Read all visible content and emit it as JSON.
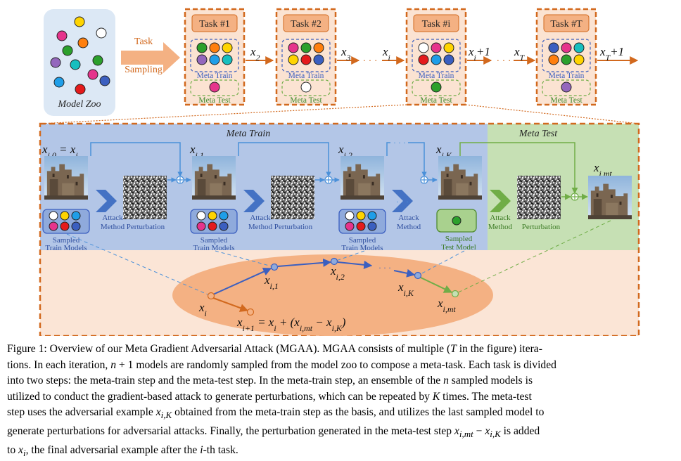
{
  "figure": {
    "model_zoo_label": "Model Zoo",
    "task_sampling": [
      "Task",
      "Sampling"
    ],
    "tasks": [
      {
        "label": "Task #1",
        "in_var": "x",
        "in_sub": "2",
        "train_colors": [
          "#2ca02c",
          "#ff7f0e",
          "#ffd400",
          "#9467bd",
          "#1f9ee8",
          "#17bfbf"
        ],
        "test_colors": [
          "#e6348c"
        ]
      },
      {
        "label": "Task #2",
        "in_var": "x",
        "in_sub": "3",
        "train_colors": [
          "#e6348c",
          "#2ca02c",
          "#ff7f0e",
          "#ffd400",
          "#e41a1c",
          "#3b5fc0"
        ],
        "test_colors": [
          "#ffffff"
        ]
      },
      {
        "label": "Task #i",
        "in_var": "x",
        "in_sub": "i+1",
        "train_colors": [
          "#ffffff",
          "#e6348c",
          "#ffd400",
          "#e41a1c",
          "#1f9ee8",
          "#3b5fc0"
        ],
        "test_colors": [
          "#2ca02c"
        ]
      },
      {
        "label": "Task #T",
        "in_var": "x",
        "in_sub": "T+1",
        "train_colors": [
          "#3b5fc0",
          "#e6348c",
          "#17bfbf",
          "#ff7f0e",
          "#2ca02c",
          "#ffd400"
        ],
        "test_colors": [
          "#9467bd"
        ]
      }
    ],
    "task_ellipses": [
      "x_i",
      "x_T"
    ],
    "meta_train_label": "Meta Train",
    "meta_test_label": "Meta Test",
    "zoo_colors": [
      "#ffd400",
      "#ffffff",
      "#e6348c",
      "#ff7f0e",
      "#9467bd",
      "#2ca02c",
      "#17bfbf",
      "#e41a1c",
      "#3b5fc0",
      "#1f9ee8",
      "#e6348c",
      "#2ca02c"
    ],
    "detail": {
      "meta_train_title": "Meta Train",
      "meta_test_title": "Meta Test",
      "stage_vars": [
        "x_{i,0} = x_i",
        "x_{i,1}",
        "x_{i,2}",
        "x_{i,K}"
      ],
      "final_var": "x_{i,mt}",
      "attack_method": [
        "Attack",
        "Method"
      ],
      "perturbation": "Perturbation",
      "sampled_train": [
        "Sampled",
        "Train Models"
      ],
      "sampled_test": [
        "Sampled",
        "Test Model"
      ],
      "train_set_colors": [
        "#ffffff",
        "#ffd400",
        "#1f9ee8",
        "#e6348c",
        "#e41a1c",
        "#3b5fc0"
      ],
      "test_set_color": "#2ca02c"
    },
    "trajectory": {
      "points": [
        "x_i",
        "x_{i,1}",
        "x_{i,2}",
        "x_{i,K}",
        "x_{i,mt}"
      ],
      "update_formula": "x_{i+1} = x_i + (x_{i,mt} − x_{i,K})"
    },
    "colors": {
      "orange": "#d2691e",
      "task_fill": "#fbe3d2",
      "meta_train_bg": "#b3c6e7",
      "meta_test_bg": "#c6e0b4",
      "lower_bg": "#fbe5d6",
      "ellipse": "#f4b183",
      "blue_line": "#4a90d9",
      "green_line": "#70ad47"
    }
  },
  "caption": {
    "label": "Figure 1:",
    "lines": [
      "Overview of our Meta Gradient Adversarial Attack (MGAA). MGAA consists of multiple (T in the figure) itera-",
      "tions. In each iteration, n + 1 models are randomly sampled from the model zoo to compose a meta-task. Each task is divided",
      "into two steps: the meta-train step and the meta-test step. In the meta-train step, an ensemble of the n sampled models is",
      "utilized to conduct the gradient-based attack to generate perturbations, which can be repeated by K times. The meta-test",
      "step uses the adversarial example x_{i,K} obtained from the meta-train step as the basis, and utilizes the last sampled model to",
      "generate perturbations for adversarial attacks. Finally, the perturbation generated in the meta-test step x_{i,mt} − x_{i,K} is added",
      "to x_i, the final adversarial example after the i-th task."
    ]
  }
}
